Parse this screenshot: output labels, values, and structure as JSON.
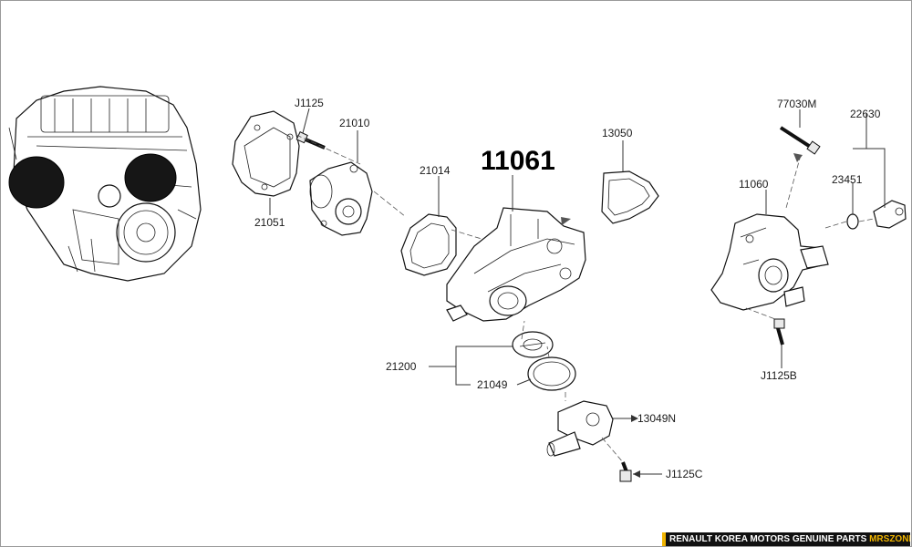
{
  "diagram": {
    "main_part_number": "11061",
    "labels": {
      "j1125": "J1125",
      "p21010": "21010",
      "p21014": "21014",
      "p21051": "21051",
      "p13050": "13050",
      "p77030m": "77030M",
      "p22630": "22630",
      "p11060": "11060",
      "p23451": "23451",
      "j1125b": "J1125B",
      "p21200": "21200",
      "p21049": "21049",
      "p13049n": "13049N",
      "j1125c": "J1125C"
    }
  },
  "footer": {
    "text": "RENAULT KOREA MOTORS GENUINE PARTS",
    "brand": "MRSZONE",
    "brand_color": "#f0b400"
  }
}
